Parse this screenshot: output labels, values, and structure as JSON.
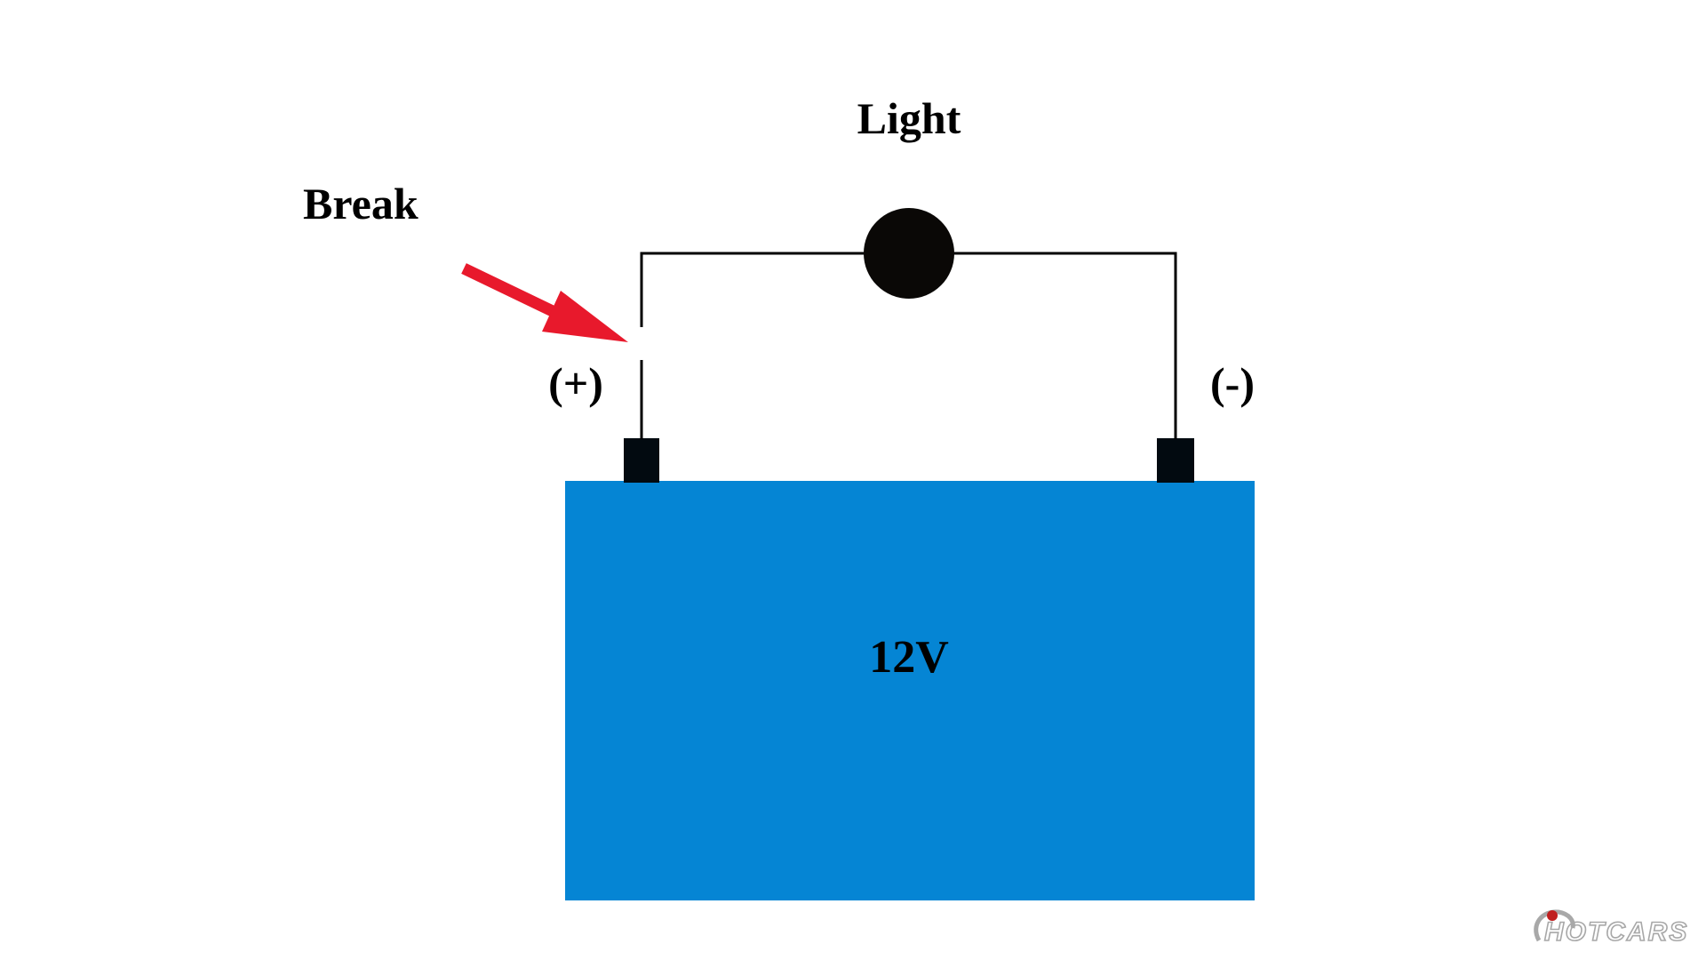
{
  "labels": {
    "light": "Light",
    "break": "Break",
    "positive": "(+)",
    "negative": "(-)",
    "voltage": "12V"
  },
  "watermark": {
    "text": "HOTCARS"
  },
  "colors": {
    "battery": "#0585d4",
    "wire": "#000000",
    "terminal": "#020a10",
    "bulb": "#0a0806",
    "arrow": "#e8192c",
    "watermark": "#a8a8a8"
  },
  "icons": {
    "bulb": "light-bulb-icon",
    "arrow": "arrow-icon",
    "logo": "hotcars-logo"
  }
}
